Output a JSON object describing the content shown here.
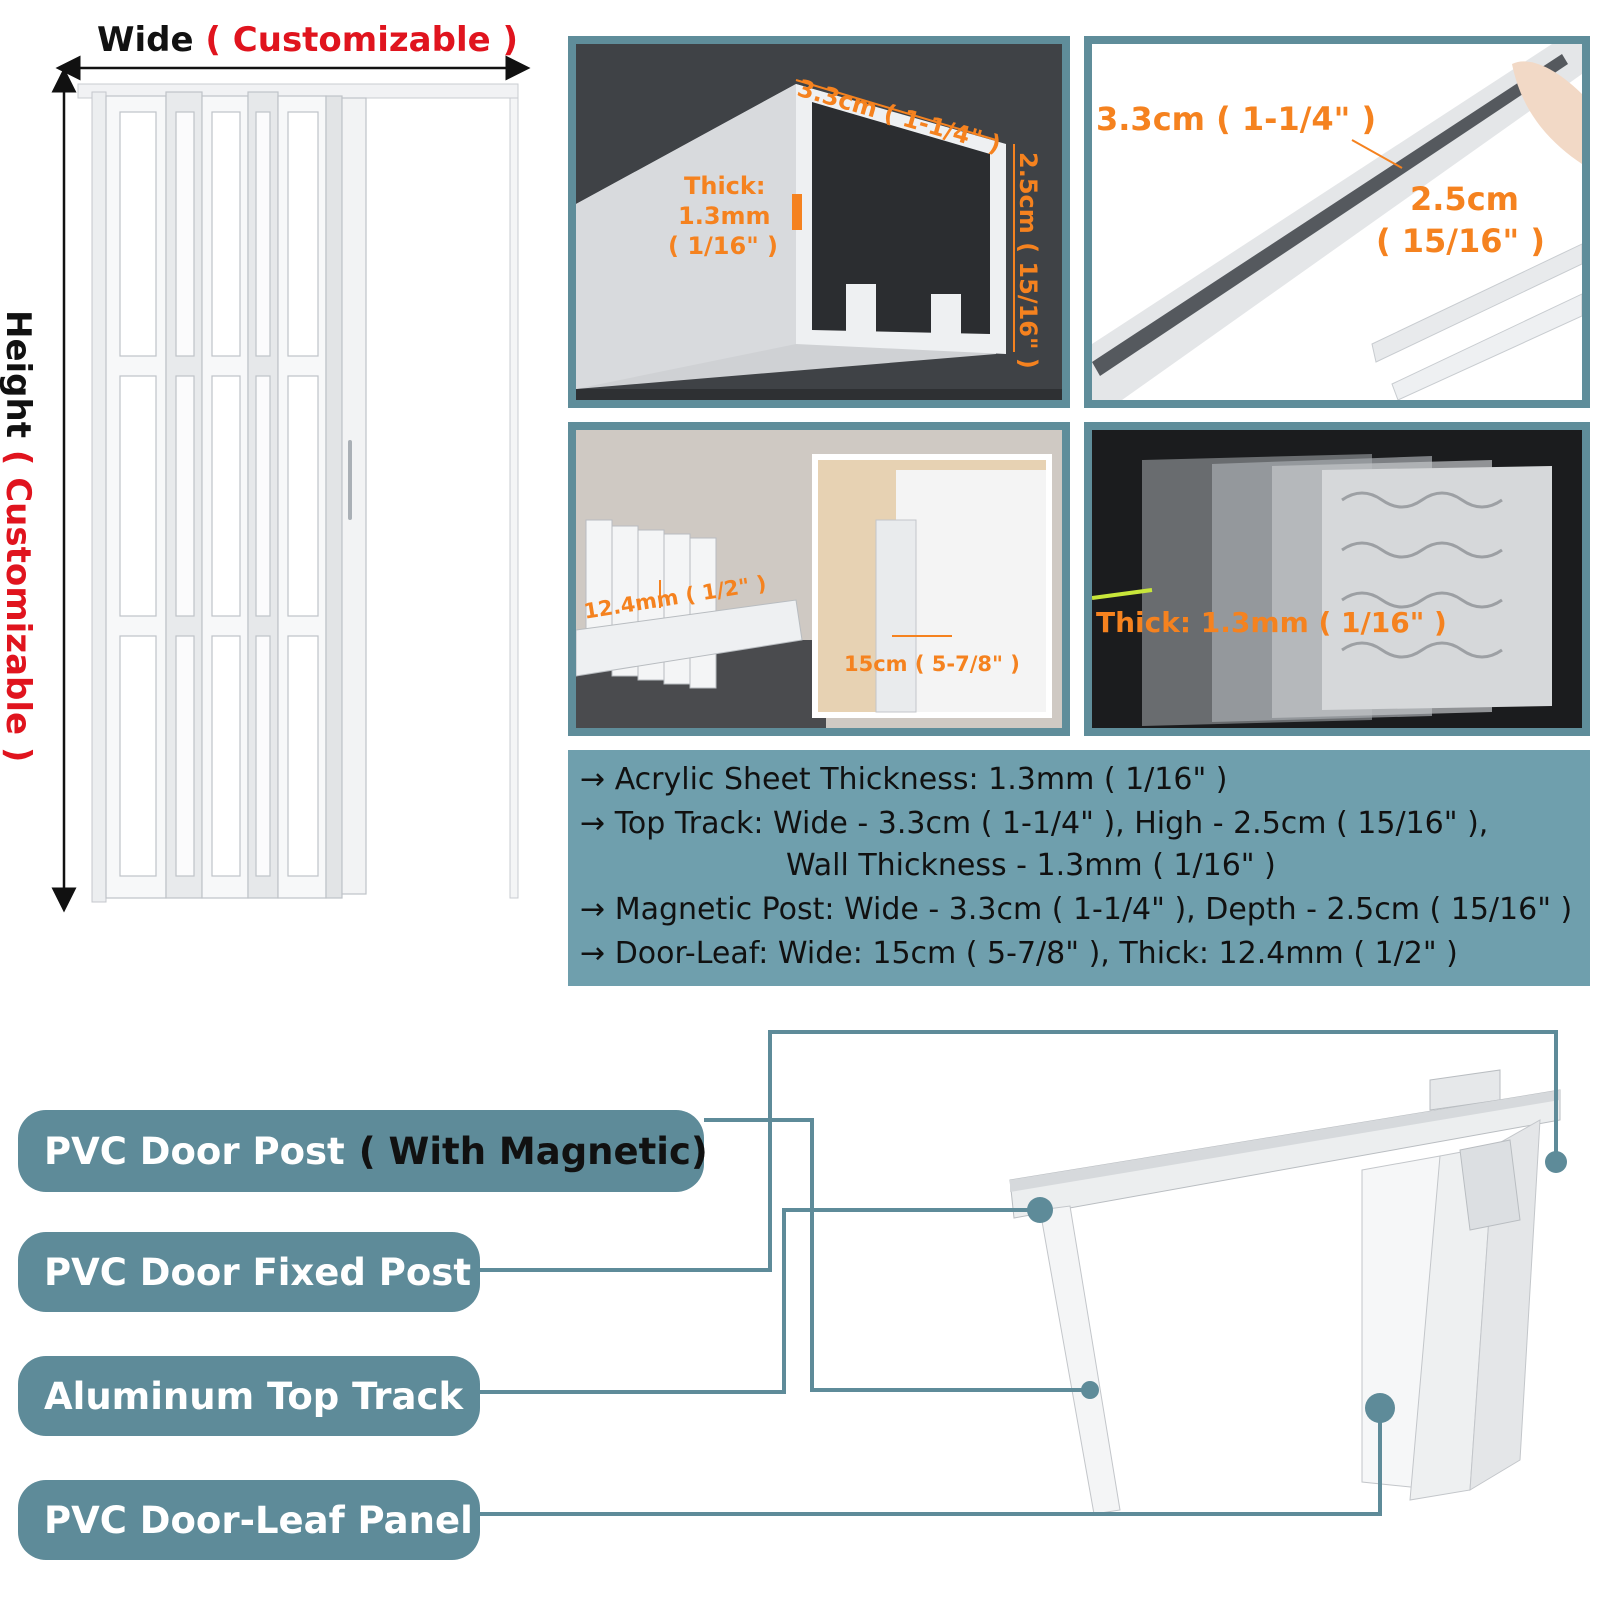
{
  "door": {
    "wide_label": "Wide",
    "wide_custom": "( Customizable )",
    "height_label": "Height",
    "height_custom": "( Customizable )"
  },
  "panels": {
    "track_profile": {
      "top_dim": "3.3cm ( 1-1/4\" )",
      "side_dim": "2.5cm ( 15/16\" )",
      "thick_label": "Thick:",
      "thick_mm": "1.3mm",
      "thick_in": "( 1/16\" )"
    },
    "track_rail": {
      "width_dim": "3.3cm ( 1-1/4\" )",
      "height_cm": "2.5cm",
      "height_in": "( 15/16\" )"
    },
    "leaf_stack": {
      "thick_dim": "12.4mm ( 1/2\" )",
      "wide_dim": "15cm ( 5-7/8\" )"
    },
    "acrylic": {
      "thick_dim": "Thick: 1.3mm ( 1/16\" )"
    }
  },
  "specs": {
    "arrow": "→",
    "line1": "Acrylic Sheet Thickness: 1.3mm ( 1/16\" )",
    "line2": "Top Track: Wide - 3.3cm ( 1-1/4\" ), High - 2.5cm ( 15/16\" ),",
    "line2b": "Wall Thickness - 1.3mm ( 1/16\" )",
    "line3": "Magnetic Post: Wide - 3.3cm ( 1-1/4\" ), Depth - 2.5cm ( 15/16\" )",
    "line4": "Door-Leaf: Wide: 15cm ( 5-7/8\" ), Thick: 12.4mm ( 1/2\" )"
  },
  "parts": {
    "door_post": "PVC Door Post",
    "door_post_note": "( With Magnetic)",
    "fixed_post": "PVC Door Fixed Post",
    "top_track": "Aluminum Top Track",
    "leaf_panel": "PVC Door-Leaf Panel"
  },
  "colors": {
    "accent_teal": "#5e8b99",
    "label_red": "#e0141e",
    "dimension_orange": "#f5821f"
  }
}
